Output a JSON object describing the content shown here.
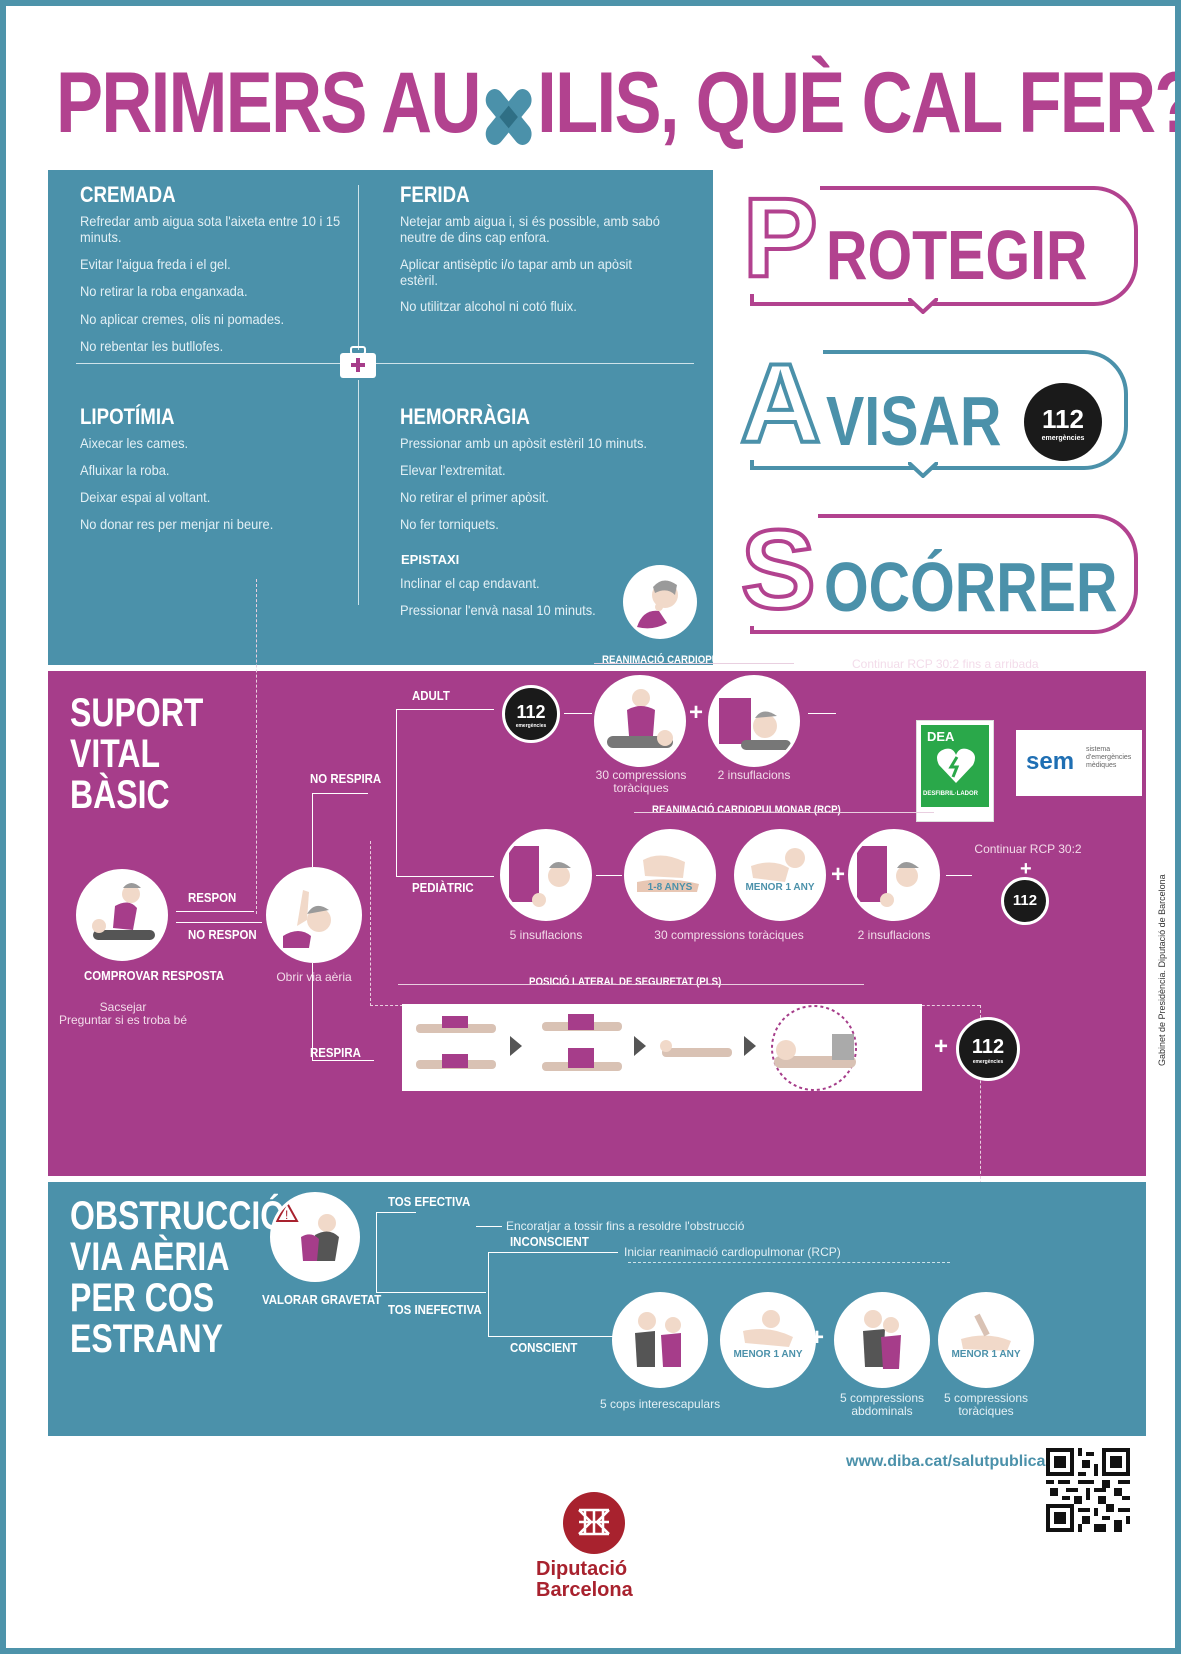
{
  "title": {
    "part1": "PRIMERS AU",
    "part2": "ILIS, QUÈ CAL FER?"
  },
  "first_aid": {
    "cremada": {
      "heading": "CREMADA",
      "items": [
        "Refredar amb aigua sota l'aixeta entre 10 i 15 minuts.",
        "Evitar l'aigua freda i el gel.",
        "No retirar la roba enganxada.",
        "No aplicar cremes, olis ni pomades.",
        "No rebentar les butllofes."
      ]
    },
    "ferida": {
      "heading": "FERIDA",
      "items": [
        "Netejar amb aigua i, si és possible, amb sabó neutre de dins cap enfora.",
        "Aplicar antisèptic i/o tapar amb un apòsit estèril.",
        "No utilitzar alcohol ni cotó fluix."
      ]
    },
    "lipotimia": {
      "heading": "LIPOTÍMIA",
      "items": [
        "Aixecar les cames.",
        "Afluixar la roba.",
        "Deixar espai al voltant.",
        "No donar res per menjar ni beure."
      ]
    },
    "hemorragia": {
      "heading": "HEMORRÀGIA",
      "items": [
        "Pressionar amb un apòsit estèril 10 minuts.",
        "Elevar l'extremitat.",
        "No retirar el primer apòsit.",
        "No fer torniquets."
      ]
    },
    "epistaxi": {
      "heading": "EPISTAXI",
      "items": [
        "Inclinar el cap endavant.",
        "Pressionar l'envà nasal 10 minuts."
      ]
    }
  },
  "pas": {
    "protegir": {
      "letter": "P",
      "rest": "ROTEGIR"
    },
    "avisar": {
      "letter": "A",
      "rest": "VISAR"
    },
    "socorrer": {
      "letter": "S",
      "rest": "OCÓRRER"
    },
    "badge": "112"
  },
  "svb": {
    "title": [
      "SUPORT",
      "VITAL",
      "BÀSIC"
    ],
    "comprovar": "COMPROVAR RESPOSTA",
    "comprovar_sub": "Sacsejar\nPreguntar si es troba bé",
    "respon": "RESPON",
    "no_respon": "NO RESPON",
    "obrir": "Obrir via aèria",
    "no_respira": "NO RESPIRA",
    "respira": "RESPIRA",
    "adult": "ADULT",
    "pediatric": "PEDIÀTRIC",
    "rcp_title": "REANIMACIÓ CARDIOPULMONAR (RCP)",
    "adult_comp": "30 compressions\ntoràciques",
    "adult_insuf": "2 insuflacions",
    "continuar_adult": "Continuar RCP 30:2 fins a arribada",
    "ped_insuf5": "5 insuflacions",
    "ped_comp": "30 compressions toràciques",
    "ped_insuf2": "2 insuflacions",
    "age1": "1-8 ANYS",
    "age2": "MENOR 1 ANY",
    "continuar_ped": "Continuar RCP 30:2",
    "pls_title": "POSICIÓ LATERAL DE SEGURETAT (PLS)",
    "badge": "112",
    "badge_sub": "emergències",
    "dea": {
      "top": "DEA",
      "bottom": "DESFIBRIL·LADOR"
    },
    "sem": {
      "name": "sem",
      "desc": "sistema\nd'emergències\nmèdiques"
    }
  },
  "obstr": {
    "title": [
      "OBSTRUCCIÓ",
      "VIA AÈRIA",
      "PER COS",
      "ESTRANY"
    ],
    "valorar": "VALORAR GRAVETAT",
    "tos_efectiva": "TOS EFECTIVA",
    "tos_efectiva_txt": "Encoratjar a tossir fins a resoldre l'obstrucció",
    "tos_inefectiva": "TOS INEFECTIVA",
    "inconscient": "INCONSCIENT",
    "inconscient_txt": "Iniciar reanimació cardiopulmonar (RCP)",
    "conscient": "CONSCIENT",
    "cops": "5 cops interescapulars",
    "abdominals": "5 compressions\nabdominals",
    "toraciques": "5 compressions\ntoràciques",
    "menor": "MENOR 1 ANY"
  },
  "footer": {
    "url": "www.diba.cat/salutpublica",
    "logo_line1": "Diputació",
    "logo_line2": "Barcelona",
    "credit": "Gabinet de Presidència. Diputació de Barcelona"
  },
  "colors": {
    "magenta": "#b2428f",
    "teal": "#4b91aa",
    "plum": "#a63d8a",
    "brand_red": "#a8222e"
  }
}
